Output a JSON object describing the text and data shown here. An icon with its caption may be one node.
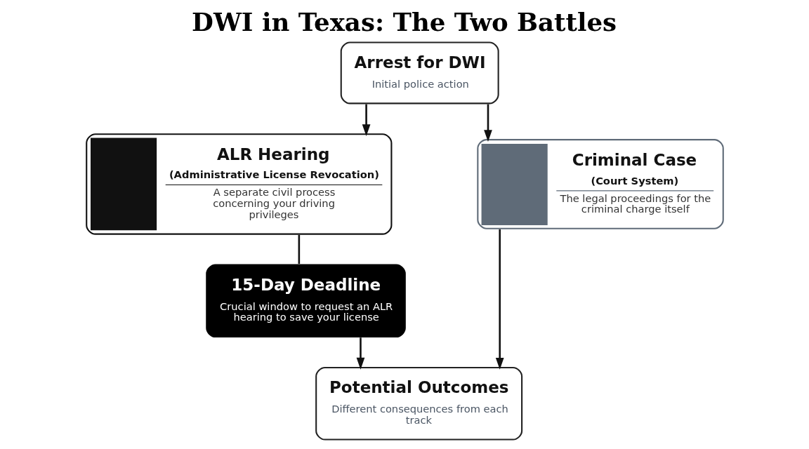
{
  "diagram": {
    "title": "DWI in Texas: The Two Battles",
    "nodes": [
      {
        "text": [
          "Arrest for DWI",
          "Initial police action"
        ]
      },
      {
        "text": [
          "ALR Hearing",
          "(Administrative License Revocation)",
          "A separate civil process concerning your driving privileges"
        ]
      },
      {
        "text": [
          "Criminal Case",
          "(Court System)",
          "The legal proceedings for the criminal charge itself"
        ]
      },
      {
        "text": [
          "15-Day Deadline",
          "Crucial window to request an ALR hearing to save your license"
        ]
      },
      {
        "text": [
          "Potential Outcomes",
          "Different consequences from each track"
        ]
      }
    ],
    "edges": [
      {
        "from": 0,
        "to": 1,
        "arrow": "to"
      },
      {
        "from": 0,
        "to": 2,
        "arrow": "to"
      },
      {
        "from": 1,
        "to": 3,
        "arrow": "none"
      },
      {
        "from": 3,
        "to": 4,
        "arrow": "to"
      },
      {
        "from": 2,
        "to": 4,
        "arrow": "to"
      }
    ]
  }
}
